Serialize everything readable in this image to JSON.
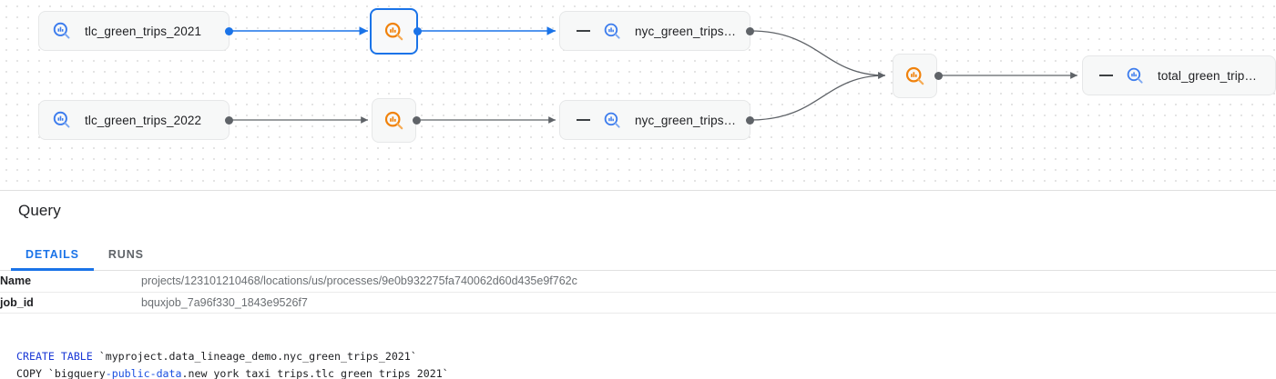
{
  "graph": {
    "nodes": [
      {
        "id": "tlc2021",
        "label": "tlc_green_trips_2021",
        "icon": "bigquery-table-icon",
        "kind": "table",
        "selected": false,
        "has_dash": false
      },
      {
        "id": "tlc2022",
        "label": "tlc_green_trips_2022",
        "icon": "bigquery-table-icon",
        "kind": "table",
        "selected": false,
        "has_dash": false
      },
      {
        "id": "proc1",
        "label": "",
        "icon": "bigquery-process-icon",
        "kind": "process",
        "selected": true,
        "has_dash": false
      },
      {
        "id": "proc2",
        "label": "",
        "icon": "bigquery-process-icon",
        "kind": "process",
        "selected": false,
        "has_dash": false
      },
      {
        "id": "nyc1",
        "label": "nyc_green_trips…",
        "icon": "bigquery-table-icon",
        "kind": "table",
        "selected": false,
        "has_dash": true
      },
      {
        "id": "nyc2",
        "label": "nyc_green_trips…",
        "icon": "bigquery-table-icon",
        "kind": "table",
        "selected": false,
        "has_dash": true
      },
      {
        "id": "proc3",
        "label": "",
        "icon": "bigquery-process-icon",
        "kind": "process",
        "selected": false,
        "has_dash": false
      },
      {
        "id": "total",
        "label": "total_green_trip…",
        "icon": "bigquery-table-icon",
        "kind": "table",
        "selected": false,
        "has_dash": true
      }
    ],
    "colors": {
      "selected_edge": "#1a73e8",
      "edge": "#5f6368",
      "table_icon": "#3c7ced",
      "process_icon": "#f28b0c",
      "node_bg": "#f7f8f8"
    }
  },
  "panel": {
    "title": "Query",
    "tabs": [
      {
        "id": "details",
        "label": "DETAILS",
        "active": true
      },
      {
        "id": "runs",
        "label": "RUNS",
        "active": false
      }
    ],
    "details": [
      {
        "key": "Name",
        "value": "projects/123101210468/locations/us/processes/9e0b932275fa740062d60d435e9f762c"
      },
      {
        "key": "job_id",
        "value": "bquxjob_7a96f330_1843e9526f7"
      }
    ],
    "sql": {
      "line1": {
        "kw": "CREATE TABLE",
        "rest": " `myproject.data_lineage_demo.nyc_green_trips_2021`"
      },
      "line2_a": "COPY `bigquery",
      "line2_blue": "-public-data",
      "line2_b": ".new_york_taxi_trips.tlc_green_trips_2021`"
    }
  }
}
